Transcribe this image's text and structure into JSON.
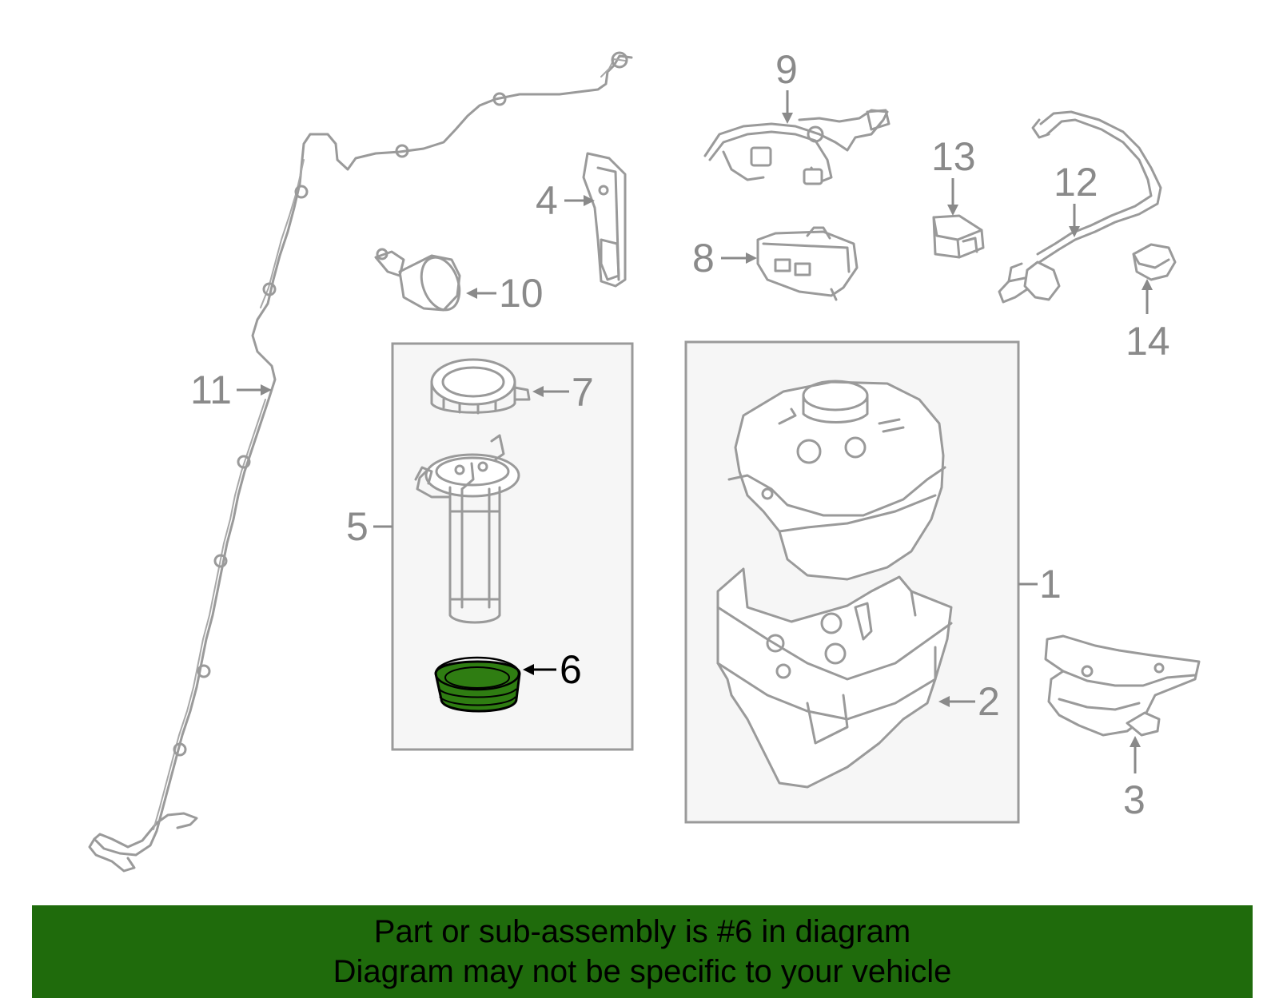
{
  "highlight_color": "#2f7d12",
  "banner_color": "#1f6b0c",
  "callouts": {
    "c1": "1",
    "c2": "2",
    "c3": "3",
    "c4": "4",
    "c5": "5",
    "c6": "6",
    "c7": "7",
    "c8": "8",
    "c9": "9",
    "c10": "10",
    "c11": "11",
    "c12": "12",
    "c13": "13",
    "c14": "14"
  },
  "highlighted_part": "6",
  "banner": {
    "line1": "Part or sub-assembly is #6 in diagram",
    "line2": "Diagram may not be specific to your vehicle"
  }
}
